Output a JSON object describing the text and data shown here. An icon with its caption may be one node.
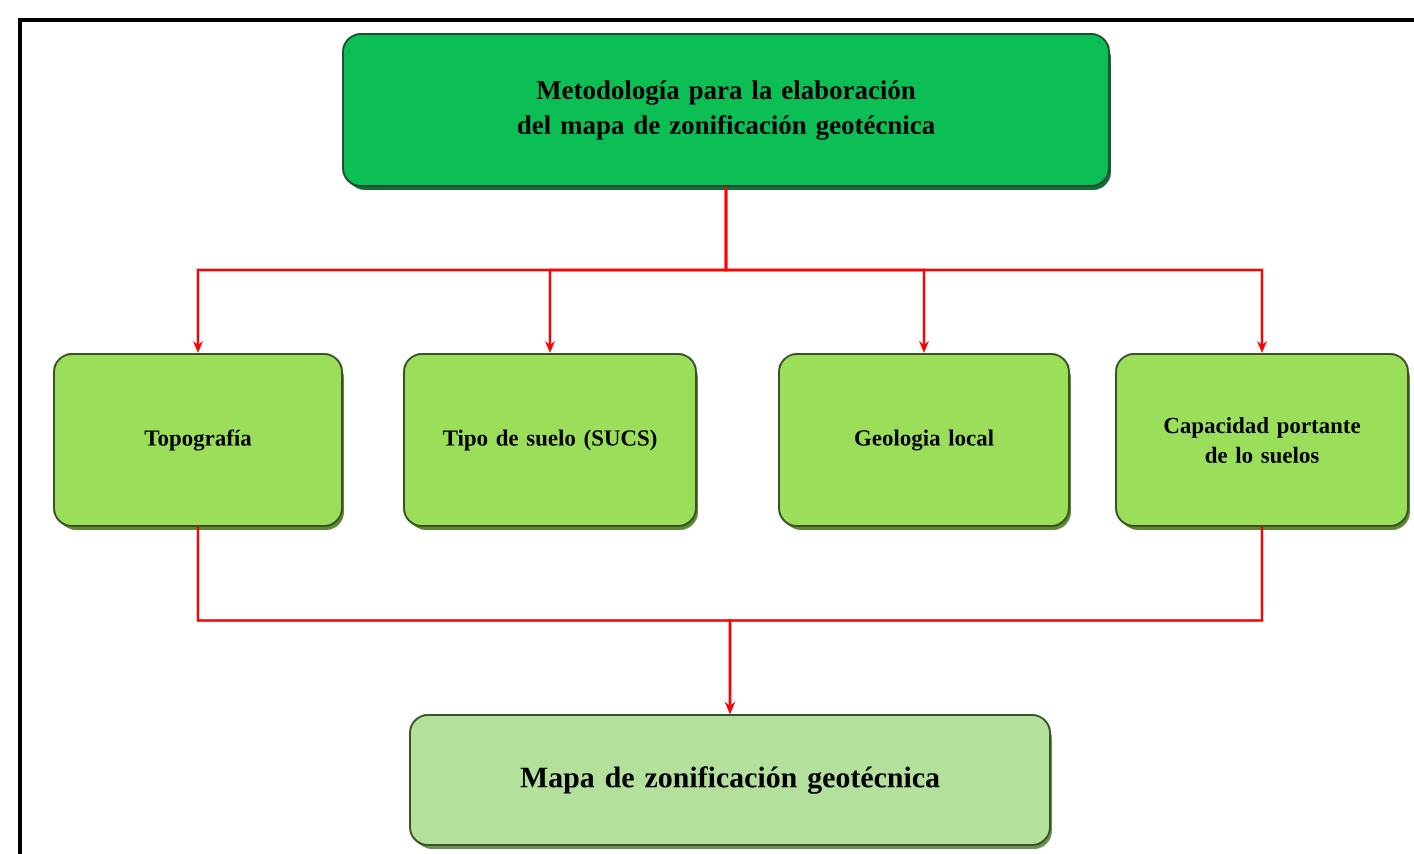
{
  "diagram": {
    "nodes": [
      {
        "text": [
          "Metodología para la elaboración del mapa de zonificación geotécnica"
        ]
      },
      {
        "text": [
          "Topografía"
        ]
      },
      {
        "text": [
          "Tipo de suelo (SUCS)"
        ]
      },
      {
        "text": [
          "Geologia local"
        ]
      },
      {
        "text": [
          "Capacidad portante de lo suelos"
        ]
      },
      {
        "text": [
          "Mapa de zonificación geotécnica"
        ]
      }
    ],
    "edges": [
      {
        "from": 0,
        "to": 1,
        "arrow": "to"
      },
      {
        "from": 0,
        "to": 2,
        "arrow": "to"
      },
      {
        "from": 0,
        "to": 3,
        "arrow": "to"
      },
      {
        "from": 0,
        "to": 4,
        "arrow": "to"
      },
      {
        "from": 1,
        "to": 5,
        "arrow": "to"
      },
      {
        "from": 4,
        "to": 5,
        "arrow": "to"
      }
    ]
  }
}
